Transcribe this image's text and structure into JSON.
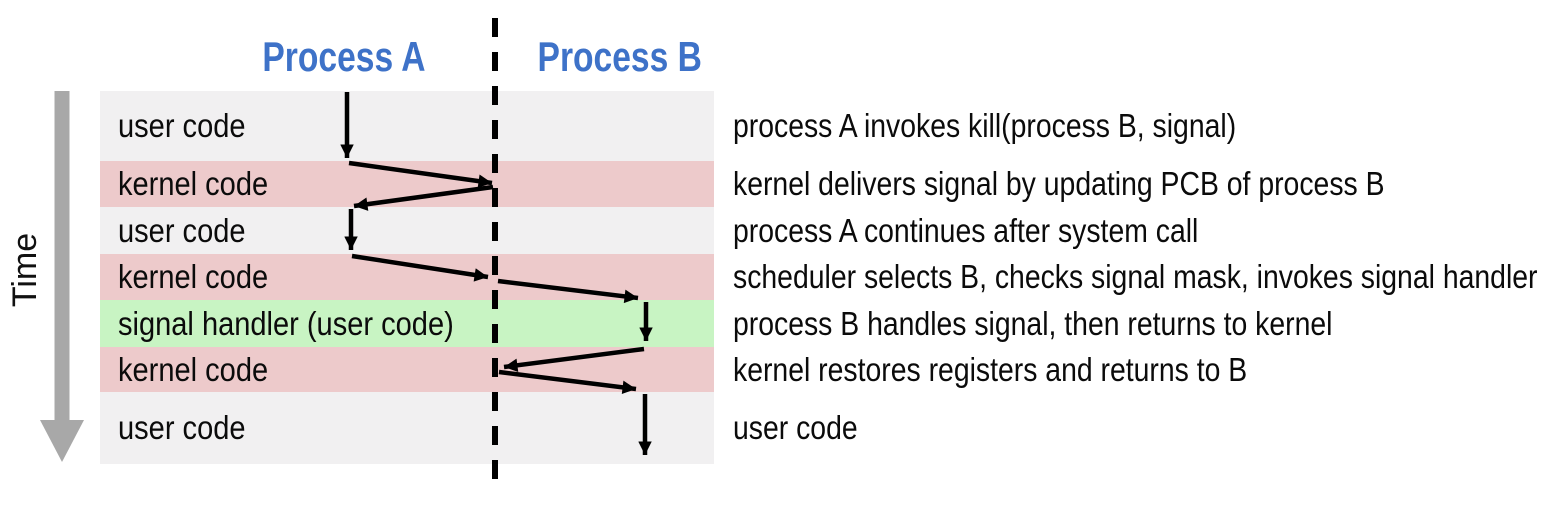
{
  "headers": {
    "process_a": "Process A",
    "process_b": "Process B",
    "color": "#3e72c8"
  },
  "time_axis": {
    "label": "Time",
    "direction": "down",
    "arrow_color": "#a8a8a8"
  },
  "lanes": {
    "divider_style": "dashed",
    "divider_color": "#000000"
  },
  "colors": {
    "user_band": "#f1f0f1",
    "kernel_band": "#edcacb",
    "signal_handler_band": "#c8f4c3",
    "flow_arrow": "#000000",
    "background": "#ffffff"
  },
  "rows": [
    {
      "label": "user code",
      "type": "user",
      "annotation": "process A invokes kill(process B, signal)"
    },
    {
      "label": "kernel code",
      "type": "kernel",
      "annotation": "kernel delivers signal by updating PCB of process B"
    },
    {
      "label": "user code",
      "type": "user",
      "annotation": "process A continues after system call"
    },
    {
      "label": "kernel code",
      "type": "kernel",
      "annotation": "scheduler selects B, checks signal mask, invokes signal handler"
    },
    {
      "label": "signal handler (user code)",
      "type": "signal-handler",
      "annotation": "process B handles signal, then returns to kernel"
    },
    {
      "label": "kernel code",
      "type": "kernel",
      "annotation": "kernel restores registers and returns to B"
    },
    {
      "label": "user code",
      "type": "user",
      "annotation": "user code"
    }
  ]
}
